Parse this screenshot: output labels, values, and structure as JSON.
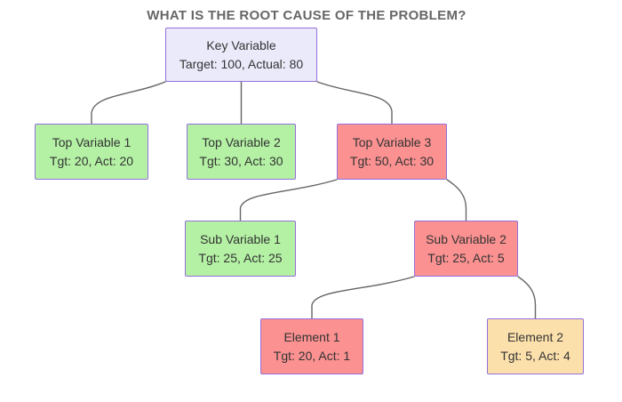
{
  "title": "WHAT IS THE ROOT CAUSE OF THE PROBLEM?",
  "nodes": {
    "key": {
      "label": "Key Variable",
      "metric": "Target: 100, Actual: 80",
      "status_color": "#EAEAFB"
    },
    "top1": {
      "label": "Top Variable 1",
      "metric": "Tgt: 20, Act: 20",
      "status_color": "#B4F1A4"
    },
    "top2": {
      "label": "Top Variable 2",
      "metric": "Tgt: 30, Act: 30",
      "status_color": "#B4F1A4"
    },
    "top3": {
      "label": "Top Variable 3",
      "metric": "Tgt: 50, Act: 30",
      "status_color": "#FB9191"
    },
    "sub1": {
      "label": "Sub Variable 1",
      "metric": "Tgt: 25, Act: 25",
      "status_color": "#B4F1A4"
    },
    "sub2": {
      "label": "Sub Variable 2",
      "metric": "Tgt: 25, Act: 5",
      "status_color": "#FB9191"
    },
    "el1": {
      "label": "Element 1",
      "metric": "Tgt: 20, Act: 1",
      "status_color": "#FB9191"
    },
    "el2": {
      "label": "Element 2",
      "metric": "Tgt: 5, Act: 4",
      "status_color": "#FCE0AC"
    }
  },
  "edges": [
    {
      "from": "key",
      "to": "top1"
    },
    {
      "from": "key",
      "to": "top2"
    },
    {
      "from": "key",
      "to": "top3"
    },
    {
      "from": "top3",
      "to": "sub1"
    },
    {
      "from": "top3",
      "to": "sub2"
    },
    {
      "from": "sub2",
      "to": "el1"
    },
    {
      "from": "sub2",
      "to": "el2"
    }
  ],
  "colors": {
    "node_border": "#9370DB",
    "edge_line": "#666666",
    "title_text": "#666666",
    "node_text": "#333333",
    "root_lavender": "#EAEAFB",
    "ok_green": "#B4F1A4",
    "problem_red": "#FB9191",
    "warning_amber": "#FCE0AC"
  }
}
